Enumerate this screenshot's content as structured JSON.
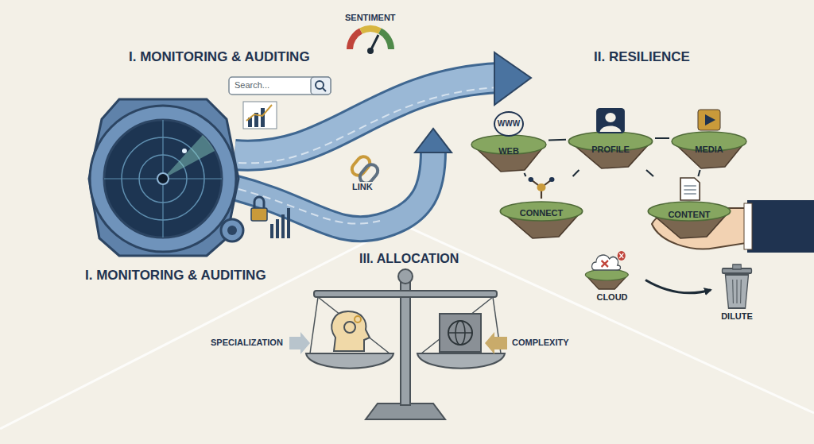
{
  "diagram": {
    "nodes": [
      {
        "text": [
          "Search..."
        ]
      },
      {
        "text": [
          "WWW",
          "WEB"
        ]
      },
      {
        "text": [
          "PROFILE"
        ]
      },
      {
        "text": [
          "MEDIA"
        ]
      },
      {
        "text": [
          "CONNECT"
        ]
      },
      {
        "text": [
          "CONTENT"
        ]
      },
      {
        "text": [
          "CLOUD"
        ]
      },
      {
        "text": [
          "DILUTE"
        ]
      }
    ],
    "edges": [
      {
        "from": 1,
        "to": 2,
        "arrow": "none"
      },
      {
        "from": 2,
        "to": 3,
        "arrow": "none"
      },
      {
        "from": 1,
        "to": 4,
        "arrow": "none"
      },
      {
        "from": 4,
        "to": 2,
        "arrow": "none"
      },
      {
        "from": 2,
        "to": 5,
        "arrow": "none"
      },
      {
        "from": 3,
        "to": 5,
        "arrow": "none"
      },
      {
        "from": 6,
        "to": 7,
        "arrow": "to"
      }
    ],
    "labels": [
      "I. MONITORING & AUDITING",
      "SENTIMENT",
      "LINK",
      "II. RESILIENCE",
      "I. MONITORING & AUDITING",
      "III. ALLOCATION",
      "SPECIALIZATION",
      "COMPLEXITY"
    ]
  }
}
